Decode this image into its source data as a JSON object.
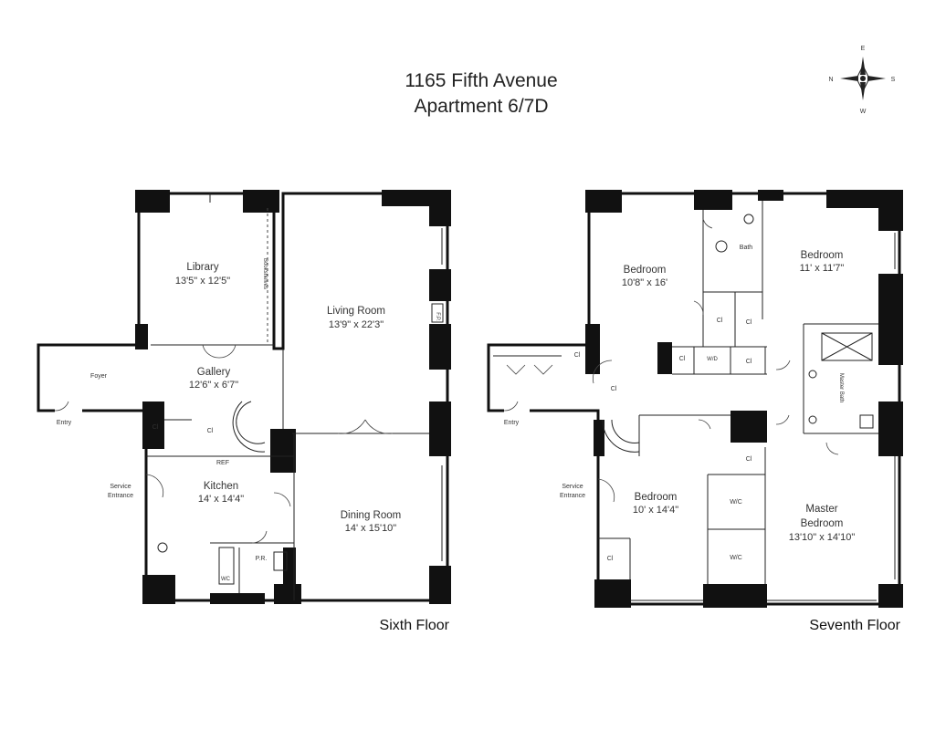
{
  "title": {
    "line1": "1165 Fifth Avenue",
    "line2": "Apartment 6/7D"
  },
  "compass": {
    "n": "N",
    "s": "S",
    "e": "E",
    "w": "W"
  },
  "sixth_floor": {
    "label": "Sixth Floor",
    "rooms": {
      "library": {
        "name": "Library",
        "dim": "13'5\" x 12'5\""
      },
      "living": {
        "name": "Living Room",
        "dim": "13'9\" x 22'3\""
      },
      "gallery": {
        "name": "Gallery",
        "dim": "12'6\" x 6'7\""
      },
      "kitchen": {
        "name": "Kitchen",
        "dim": "14' x 14'4\""
      },
      "dining": {
        "name": "Dining Room",
        "dim": "14' x 15'10\""
      }
    },
    "small": {
      "foyer": "Foyer",
      "entry": "Entry",
      "service_entrance_1": "Service",
      "service_entrance_2": "Entrance",
      "cl1": "Cl",
      "cl2": "Cl",
      "ref": "REF",
      "pr": "P.R.",
      "wc": "WC",
      "bookshelves": "Bookshelves",
      "fp": "F.P."
    }
  },
  "seventh_floor": {
    "label": "Seventh Floor",
    "rooms": {
      "bedroom1": {
        "name": "Bedroom",
        "dim": "10'8\" x 16'"
      },
      "bedroom2": {
        "name": "Bedroom",
        "dim": "11' x 11'7\""
      },
      "bedroom3": {
        "name": "Bedroom",
        "dim": "10' x 14'4\""
      },
      "master": {
        "name": "Master",
        "name2": "Bedroom",
        "dim": "13'10\" x 14'10\""
      }
    },
    "small": {
      "bath": "Bath",
      "master_bath": "Master Bath",
      "cl_a": "Cl",
      "cl_b": "Cl",
      "cl_c": "Cl",
      "cl_d": "Cl",
      "cl_e": "Cl",
      "cl_f": "Cl",
      "cl_g": "Cl",
      "cl_h": "Cl",
      "wd": "W/D",
      "wic1": "W/C",
      "wic2": "W/C",
      "entry": "Entry",
      "service_entrance_1": "Service",
      "service_entrance_2": "Entrance"
    }
  }
}
